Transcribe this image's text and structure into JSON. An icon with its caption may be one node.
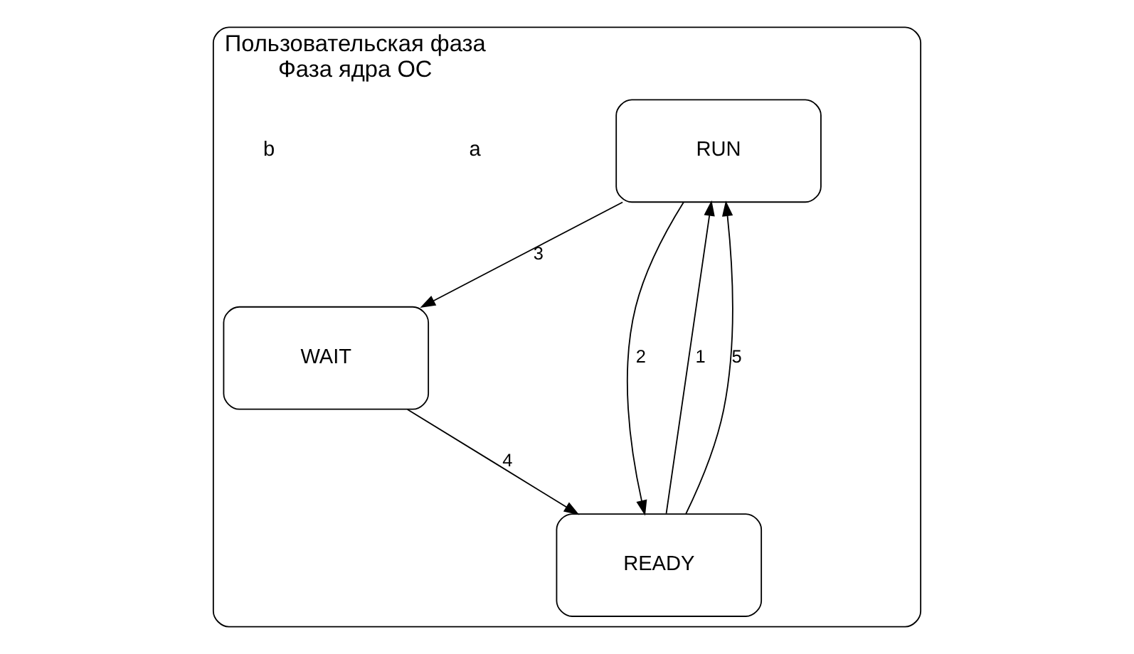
{
  "diagram": {
    "nodes": [
      {
        "text": [
          "Пользовательская фаза",
          "Фаза ядра ОС"
        ]
      },
      {
        "text": [
          "RUN"
        ],
        "in": 0
      },
      {
        "text": [
          "WAIT"
        ],
        "in": 0
      },
      {
        "text": [
          "READY"
        ],
        "in": 0
      }
    ],
    "edges": [
      {
        "from": 1,
        "to": 3,
        "arrow": "to",
        "label": "2"
      },
      {
        "from": 3,
        "to": 1,
        "arrow": "to",
        "label": "1"
      },
      {
        "from": 3,
        "to": 1,
        "arrow": "to",
        "label": "5"
      },
      {
        "from": 1,
        "to": 2,
        "arrow": "to",
        "label": "3"
      },
      {
        "from": 2,
        "to": 3,
        "arrow": "to",
        "label": "4"
      }
    ],
    "labels": [
      "a",
      "b"
    ]
  }
}
